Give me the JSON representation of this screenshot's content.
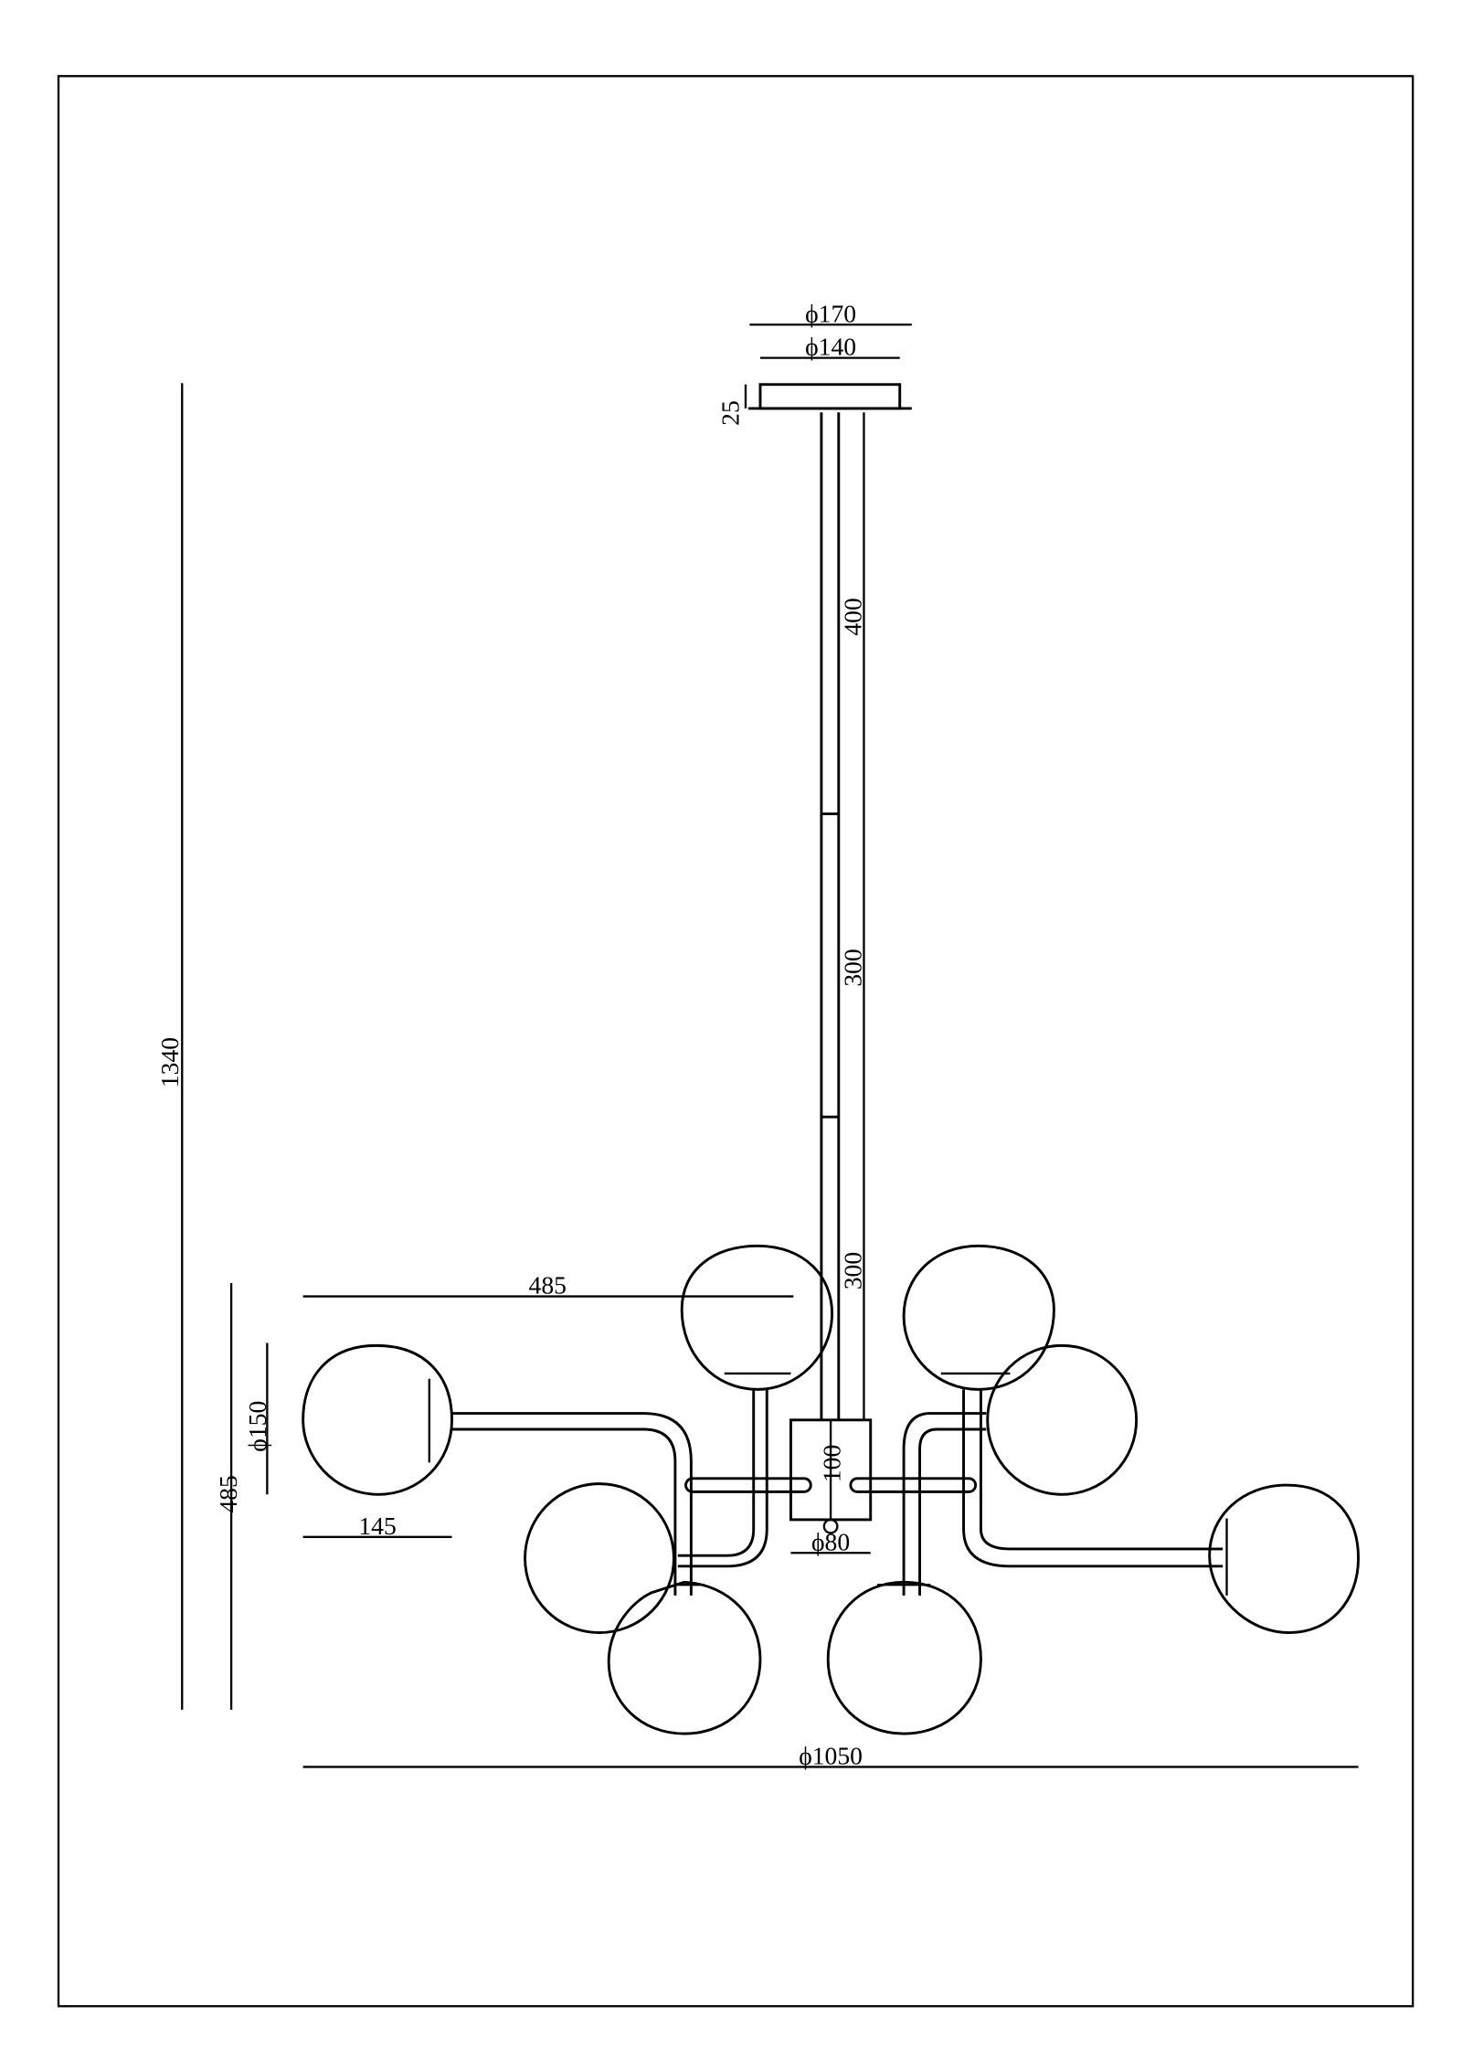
{
  "drawing": {
    "title": "Pendant chandelier dimension drawing",
    "line_color": "#000000",
    "background": "#ffffff",
    "dimensions": {
      "canopy_outer": "ϕ170",
      "canopy_inner": "ϕ140",
      "canopy_height": "25",
      "rod_top": "400",
      "rod_middle": "300",
      "rod_bottom": "300",
      "total_height": "1340",
      "body_height": "485",
      "arm_reach": "485",
      "shade_diameter": "ϕ150",
      "shade_depth": "145",
      "hub_height": "100",
      "hub_diameter": "ϕ80",
      "overall_diameter": "ϕ1050"
    },
    "shade_count": 8
  }
}
